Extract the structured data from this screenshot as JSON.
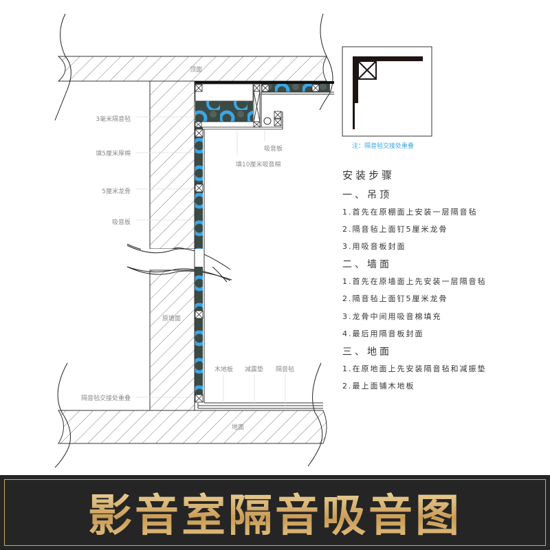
{
  "labels": {
    "ceiling": "顶面",
    "floor": "地面",
    "original_wall": "原墙面",
    "felt_3mm": "3毫米隔音毡",
    "cotton_5cm": "填5厘米厚棉",
    "keel_5cm": "5厘米龙骨",
    "absorb_board_left": "吸音板",
    "overlap_left": "隔音毡交接处重叠",
    "absorb_board_ceiling": "吸音板",
    "cotton_10cm": "填10厘米吸音棉",
    "wood_floor": "木地板",
    "damping_pad": "减震垫",
    "felt_floor": "隔音毡"
  },
  "inset": {
    "note": "注：隔音毡交接处重叠"
  },
  "steps": {
    "title": "安装步骤",
    "sections": [
      {
        "heading": "一、吊顶",
        "items": [
          "1.首先在原棚面上安装一层隔音毡",
          "2.隔音毡上面钉5厘米龙骨",
          "3.用吸音板封面"
        ]
      },
      {
        "heading": "二、墙面",
        "items": [
          "1.首先在原墙面上先安装一层隔音毡",
          "2.隔音毡上面钉5厘米龙骨",
          "3.龙骨中间用吸音棉填充",
          "4.最后用隔音板封面"
        ]
      },
      {
        "heading": "三、地面",
        "items": [
          "1.在原地面上先安装隔音毡和减振垫",
          "2.最上面铺木地板"
        ]
      }
    ]
  },
  "banner": {
    "title": "影音室隔音吸音图"
  },
  "colors": {
    "accent_blue": "#3aa6e6",
    "pattern_dark": "#3c4a44",
    "gold": "#c9a96a",
    "banner_bg": "#252525"
  }
}
